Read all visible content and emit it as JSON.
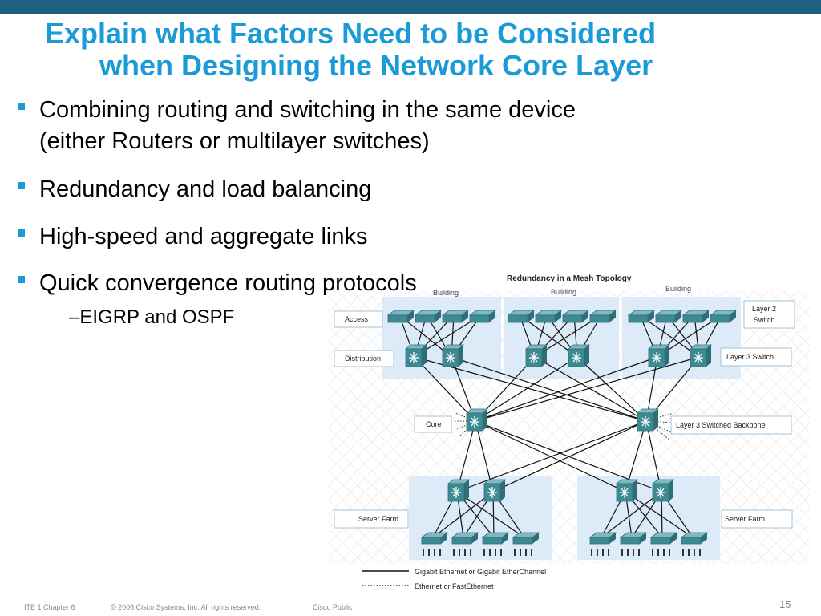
{
  "title": {
    "line1": "Explain what Factors Need to be Considered",
    "line2": "when Designing the Network Core Layer"
  },
  "bullets": [
    {
      "line1": "Combining routing and switching in the same device",
      "line2": "(either Routers or multilayer switches)"
    },
    {
      "line1": "Redundancy and load balancing"
    },
    {
      "line1": "High-speed and aggregate links"
    },
    {
      "line1": "Quick convergence routing protocols"
    }
  ],
  "sub_bullet": "–EIGRP and OSPF",
  "diagram": {
    "title": "Redundancy in a Mesh Topology",
    "buildings": [
      "Building",
      "Building",
      "Building"
    ],
    "labels": {
      "access": "Access",
      "distribution": "Distribution",
      "core": "Core",
      "server_farm_left": "Server Farm",
      "layer2_switch_1": "Layer 2",
      "layer2_switch_2": "Switch",
      "layer3_switch": "Layer 3 Switch",
      "backbone": "Layer 3 Switched Backbone",
      "server_farm_right": "Server Farm"
    },
    "legend": {
      "solid": "Gigabit Ethernet or Gigabit EtherChannel",
      "dotted": "Ethernet or FastEthernet"
    }
  },
  "footer": {
    "chapter": "ITE 1 Chapter 6",
    "copyright": "© 2006 Cisco Systems, Inc. All rights reserved.",
    "classification": "Cisco Public",
    "page": "15"
  },
  "colors": {
    "topbar": "#1f5f7f",
    "title": "#1a9ad6",
    "bullet": "#1a9ad6",
    "device": "#3e8a94",
    "building_bg": "#ddebf8"
  }
}
